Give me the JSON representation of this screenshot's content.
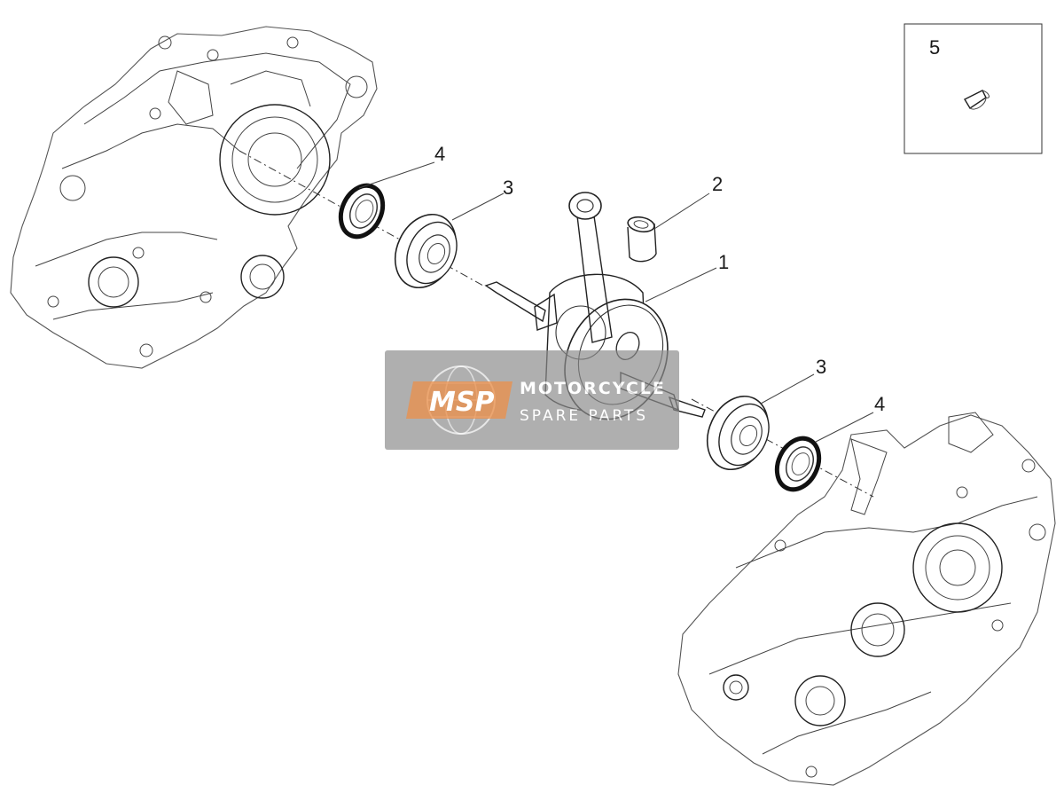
{
  "callouts": {
    "part1": "1",
    "part2": "2",
    "part3_left": "3",
    "part3_right": "3",
    "part4_left": "4",
    "part4_right": "4",
    "part5": "5"
  },
  "watermark": {
    "logo": "MSP",
    "line1": "MOTORCYCLE",
    "line2": "SPARE PARTS"
  },
  "colors": {
    "line": "#222222",
    "watermark_bg": "#8c8c8c",
    "watermark_logo": "#e87722"
  }
}
